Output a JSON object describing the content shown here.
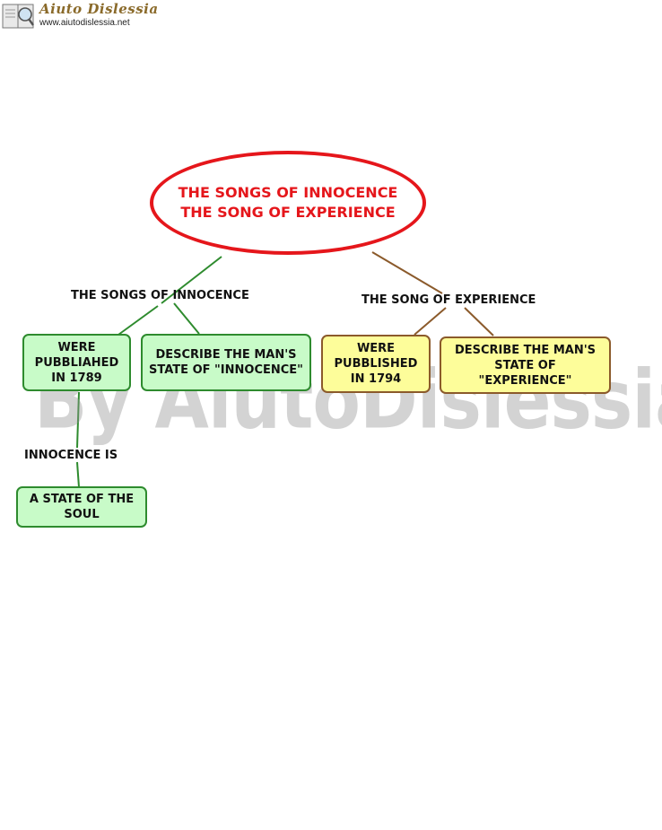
{
  "header": {
    "logo_name": "Aiuto Dislessia",
    "logo_url": "www.aiutodislessia.net"
  },
  "watermark": "By AiutoDislessia.net",
  "root": {
    "line1": "THE SONGS OF INNOCENCE",
    "line2": "THE SONG OF EXPERIENCE"
  },
  "innocence_branch": {
    "link_label": "THE SONGS OF INNOCENCE",
    "node_published": "WERE PUBBLIAHED IN 1789",
    "node_describe": "DESCRIBE THE MAN'S STATE OF \"INNOCENCE\"",
    "sub_link_label": "INNOCENCE IS",
    "node_state": "A STATE OF THE SOUL"
  },
  "experience_branch": {
    "link_label": "THE SONG OF EXPERIENCE",
    "node_published": "WERE PUBBLISHED IN 1794",
    "node_describe": "DESCRIBE THE MAN'S STATE OF \"EXPERIENCE\""
  },
  "colors": {
    "root_border": "#e5161b",
    "green_fill": "#c8fbc8",
    "green_line": "#2e8b2e",
    "yellow_fill": "#fdfd9a",
    "brown_line": "#8b5a2b"
  }
}
